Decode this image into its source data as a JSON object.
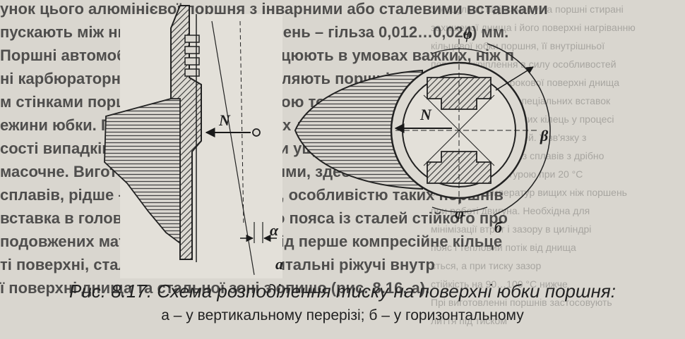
{
  "background_lines": [
    "унок цього алюмінієвої поршня з інварними або сталевими вставками",
    "пускають між ними такі зазори поршень – гільза 0,012…0,024) мм.",
    "   Поршні автомобільних двигунів працюють в умовах важких, ніж п",
    "ні карбюраторних двигунів. Виготовляють поршні з потовщен",
    "м стінками поршневої юбки та змінною товщиною юбки з зонами",
    "ежини юбки. Поршні для форсованих двигунів охолоджуються. У",
    "сості випадків отвори. Бокова по три ущільнювальні кільця і оди",
    "масочне. Виготовляються вони литими, здебільшого із алюміні",
    "сплавів, рідше – із чавуну. Крім того, особливістю таких поршнів",
    "вставка в головку поршня сталевого пояса із сталей стійкого про",
    "подовжених матеріалу з канавкою під перше компресійне кільце",
    "ті поверхні, сталеві вставки, горизонтальні ріжучі внутр",
    "ї поверхні днища та стальної зоні з опишо (рис. 8.16, а)."
  ],
  "bleed_lines": [
    "У нещільно підігнаному на поршні стирані",
    "захищеної днища і його поверхні нагріванню",
    "кільцевої юбки поршня, її внутрішньої",
    "поверхні кріплення в силу особливостей",
    "шлак переходу з бокової поверхні днища",
    "виконані у вигляді спеціальних вставок",
    "Матеріал компресійних кілець у процесі",
    "лати та інших деталей. У зв'язку з",
    "поршні відливають із сплавів з дрібно",
    "тендерною структурою при 20 °С",
    "за умовою температур вищих ніж поршень",
    "при роботі двигуна. Необхідна для",
    "мінімізації втрат і зазору в циліндрі",
    "пояс і тепловий потік від днища",
    "ється, а при тиску зазор",
    "стійкість на 90…100 °С нижче",
    "Прі виготовленні поршнів застосовують",
    "лиття під тиском"
  ],
  "figure": {
    "labels": {
      "N_left": "N",
      "N_right": "N",
      "alpha": "α",
      "a": "а",
      "phi_top": "φ",
      "phi_bottom": "φ",
      "beta": "β",
      "b": "б"
    }
  },
  "caption": {
    "title": "Рис. 8.17. Схема розподілення тиску на поверхні юбки поршня:",
    "subtitle": "а – у вертикальному перерізі; б – у горизонтальному"
  }
}
